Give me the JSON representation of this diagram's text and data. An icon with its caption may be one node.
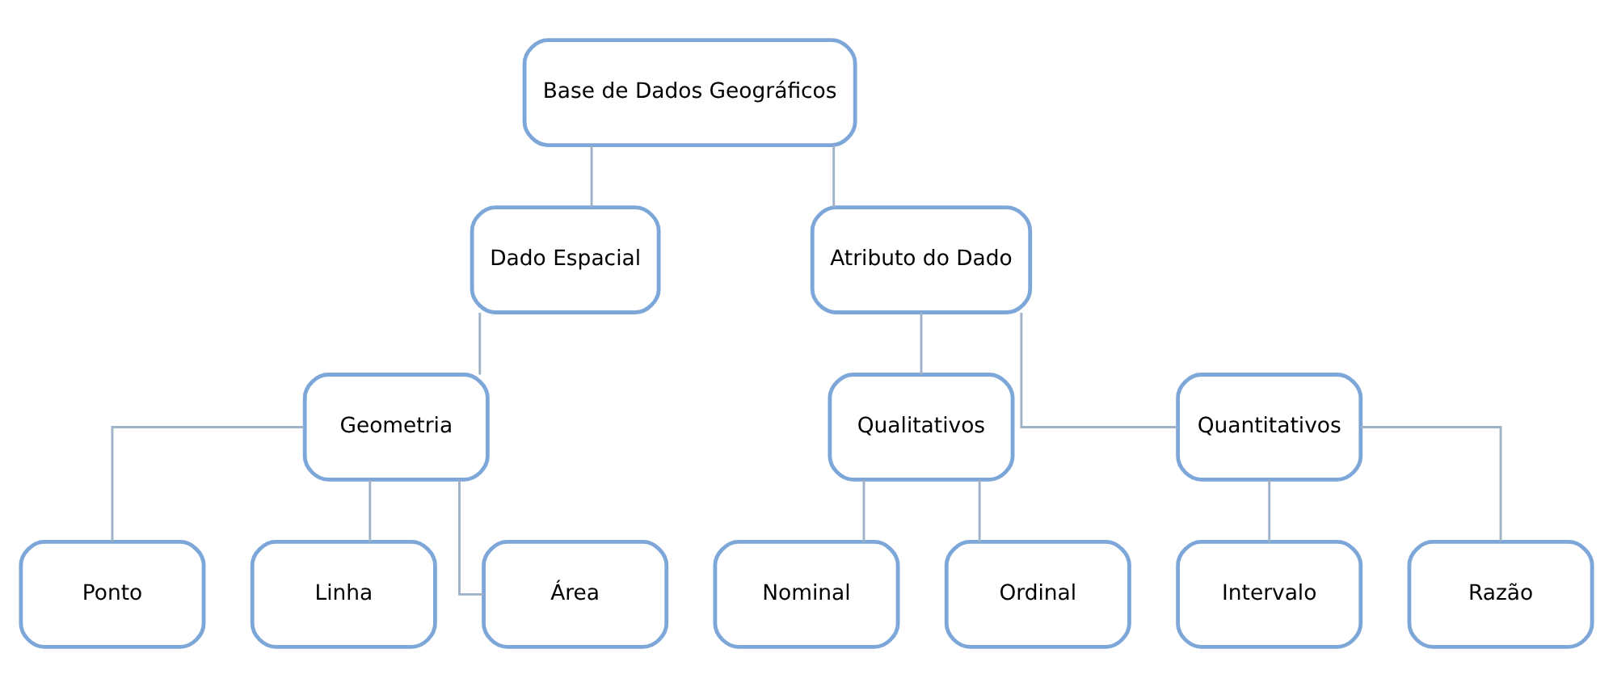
{
  "diagram": {
    "nodes": [
      {
        "text": [
          "Base de Dados Geográficos"
        ]
      },
      {
        "text": [
          "Dado Espacial"
        ]
      },
      {
        "text": [
          "Atributo do Dado"
        ]
      },
      {
        "text": [
          "Geometria"
        ]
      },
      {
        "text": [
          "Qualitativos"
        ]
      },
      {
        "text": [
          "Quantitativos"
        ]
      },
      {
        "text": [
          "Ponto"
        ]
      },
      {
        "text": [
          "Linha"
        ]
      },
      {
        "text": [
          "Área"
        ]
      },
      {
        "text": [
          "Nominal"
        ]
      },
      {
        "text": [
          "Ordinal"
        ]
      },
      {
        "text": [
          "Intervalo"
        ]
      },
      {
        "text": [
          "Razão"
        ]
      }
    ],
    "edges": [
      {
        "from": 0,
        "to": 1,
        "arrow": "none"
      },
      {
        "from": 0,
        "to": 2,
        "arrow": "none"
      },
      {
        "from": 1,
        "to": 3,
        "arrow": "none"
      },
      {
        "from": 2,
        "to": 4,
        "arrow": "none"
      },
      {
        "from": 2,
        "to": 5,
        "arrow": "none"
      },
      {
        "from": 3,
        "to": 6,
        "arrow": "none"
      },
      {
        "from": 3,
        "to": 7,
        "arrow": "none"
      },
      {
        "from": 3,
        "to": 8,
        "arrow": "none"
      },
      {
        "from": 4,
        "to": 9,
        "arrow": "none"
      },
      {
        "from": 4,
        "to": 10,
        "arrow": "none"
      },
      {
        "from": 5,
        "to": 11,
        "arrow": "none"
      },
      {
        "from": 5,
        "to": 12,
        "arrow": "none"
      }
    ]
  }
}
